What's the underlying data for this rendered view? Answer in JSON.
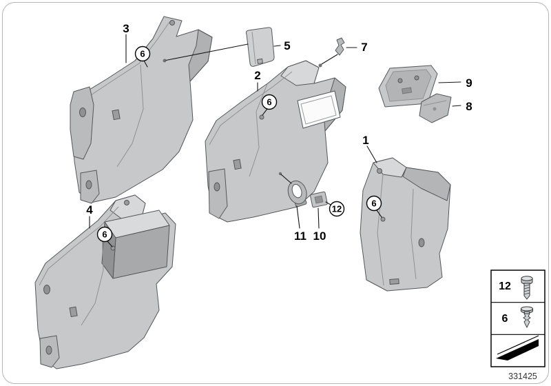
{
  "diagram": {
    "id_label": "331425",
    "callouts": {
      "n1": "1",
      "n2": "2",
      "n3": "3",
      "n4": "4",
      "n5": "5",
      "n7": "7",
      "n8": "8",
      "n9": "9",
      "n10": "10",
      "n11": "11"
    },
    "circled_markers": {
      "panel3_fastener": "6",
      "panel2_fastener": "6",
      "panel1_fastener": "6",
      "panel4_fastener": "6",
      "screw_fastener": "12"
    },
    "legend": {
      "rows": [
        {
          "label": "12",
          "icon": "screw-icon"
        },
        {
          "label": "6",
          "icon": "expanding-rivet-icon"
        },
        {
          "label": "",
          "icon": "direction-wedge-icon"
        }
      ]
    },
    "colors": {
      "panel_fill": "#c6c8c9",
      "panel_shadow": "#afb1b2",
      "panel_light": "#d6d8d9",
      "line": "#141414",
      "border": "#b5b5b5"
    }
  }
}
